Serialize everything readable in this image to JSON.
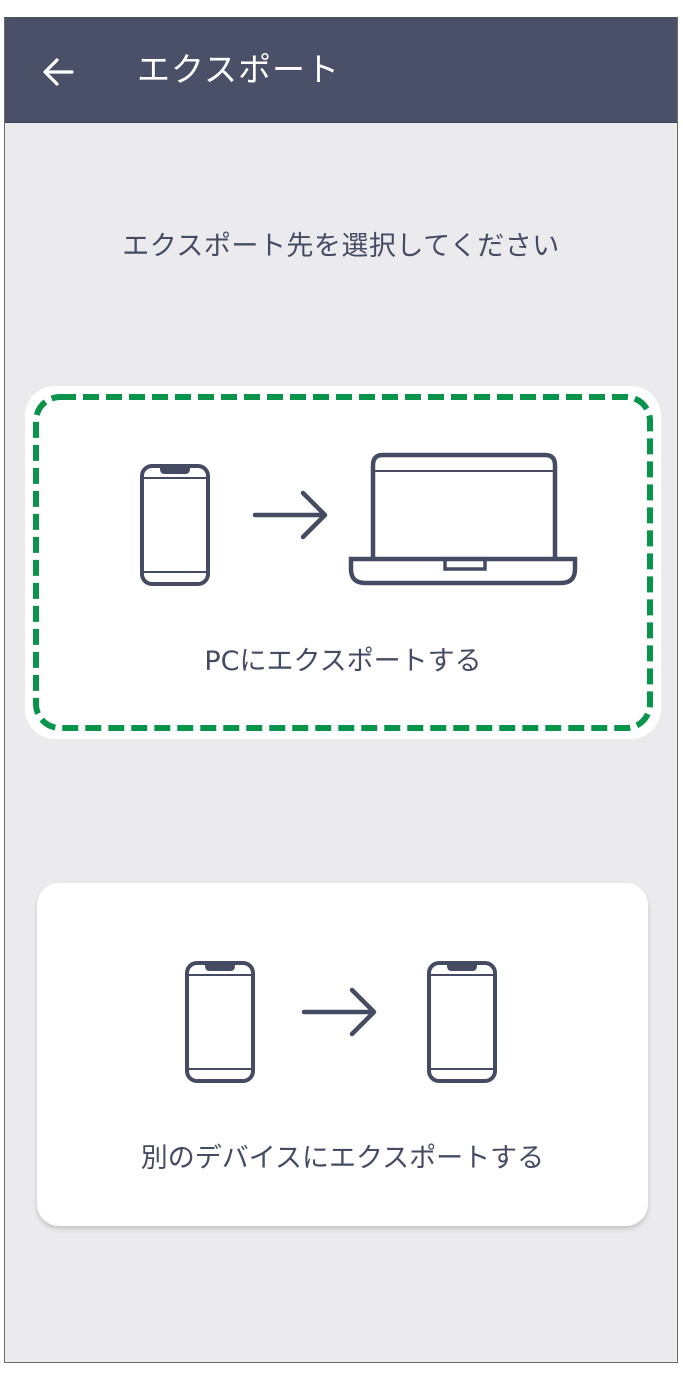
{
  "header": {
    "back_icon": "arrow-left-icon",
    "title": "エクスポート",
    "background": "#4a5068"
  },
  "main": {
    "prompt": "エクスポート先を選択してください",
    "options": [
      {
        "id": "pc",
        "label": "PCにエクスポートする",
        "icons": [
          "smartphone-icon",
          "arrow-right-icon",
          "laptop-icon"
        ],
        "selected": true,
        "highlight_color": "#08944a"
      },
      {
        "id": "device",
        "label": "別のデバイスにエクスポートする",
        "icons": [
          "smartphone-icon",
          "arrow-right-icon",
          "smartphone-icon"
        ],
        "selected": false
      }
    ]
  },
  "colors": {
    "background": "#ebebee",
    "card": "#ffffff",
    "icon_stroke": "#454b63",
    "text": "#454b63",
    "dashed_highlight": "#08944a"
  }
}
